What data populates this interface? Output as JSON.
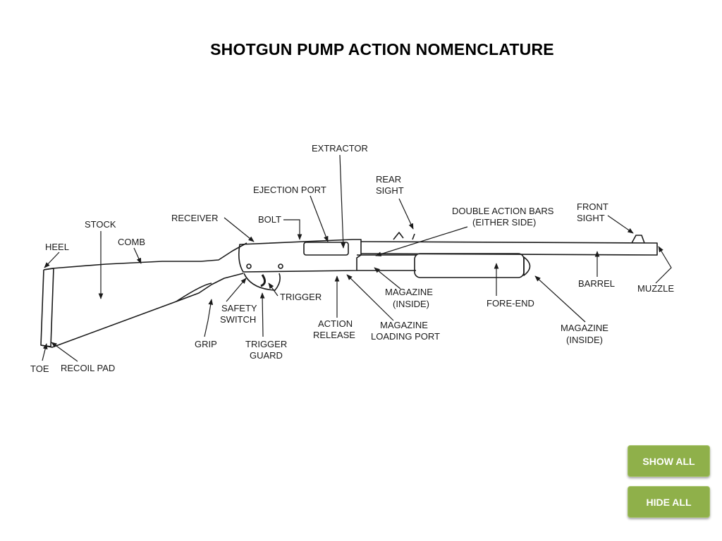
{
  "title": "SHOTGUN PUMP ACTION NOMENCLATURE",
  "labels": {
    "extractor": "EXTRACTOR",
    "ejection_port": "EJECTION PORT",
    "rear_sight_1": "REAR",
    "rear_sight_2": "SIGHT",
    "double_action_bars_1": "DOUBLE ACTION BARS",
    "double_action_bars_2": "(EITHER SIDE)",
    "front_sight_1": "FRONT",
    "front_sight_2": "SIGHT",
    "receiver": "RECEIVER",
    "bolt": "BOLT",
    "stock": "STOCK",
    "comb": "COMB",
    "heel": "HEEL",
    "barrel": "BARREL",
    "muzzle": "MUZZLE",
    "magazine_1_line1": "MAGAZINE",
    "magazine_1_line2": "(INSIDE)",
    "fore_end": "FORE-END",
    "trigger": "TRIGGER",
    "safety_switch_1": "SAFETY",
    "safety_switch_2": "SWITCH",
    "action_release_1": "ACTION",
    "action_release_2": "RELEASE",
    "magazine_loading_port_1": "MAGAZINE",
    "magazine_loading_port_2": "LOADING PORT",
    "magazine_2_line1": "MAGAZINE",
    "magazine_2_line2": "(INSIDE)",
    "grip": "GRIP",
    "trigger_guard_1": "TRIGGER",
    "trigger_guard_2": "GUARD",
    "toe": "TOE",
    "recoil_pad": "RECOIL PAD"
  },
  "buttons": {
    "show_all": "SHOW ALL",
    "hide_all": "HIDE ALL"
  },
  "colors": {
    "button_fill": "#8fb04a",
    "line": "#1a1a1a"
  }
}
